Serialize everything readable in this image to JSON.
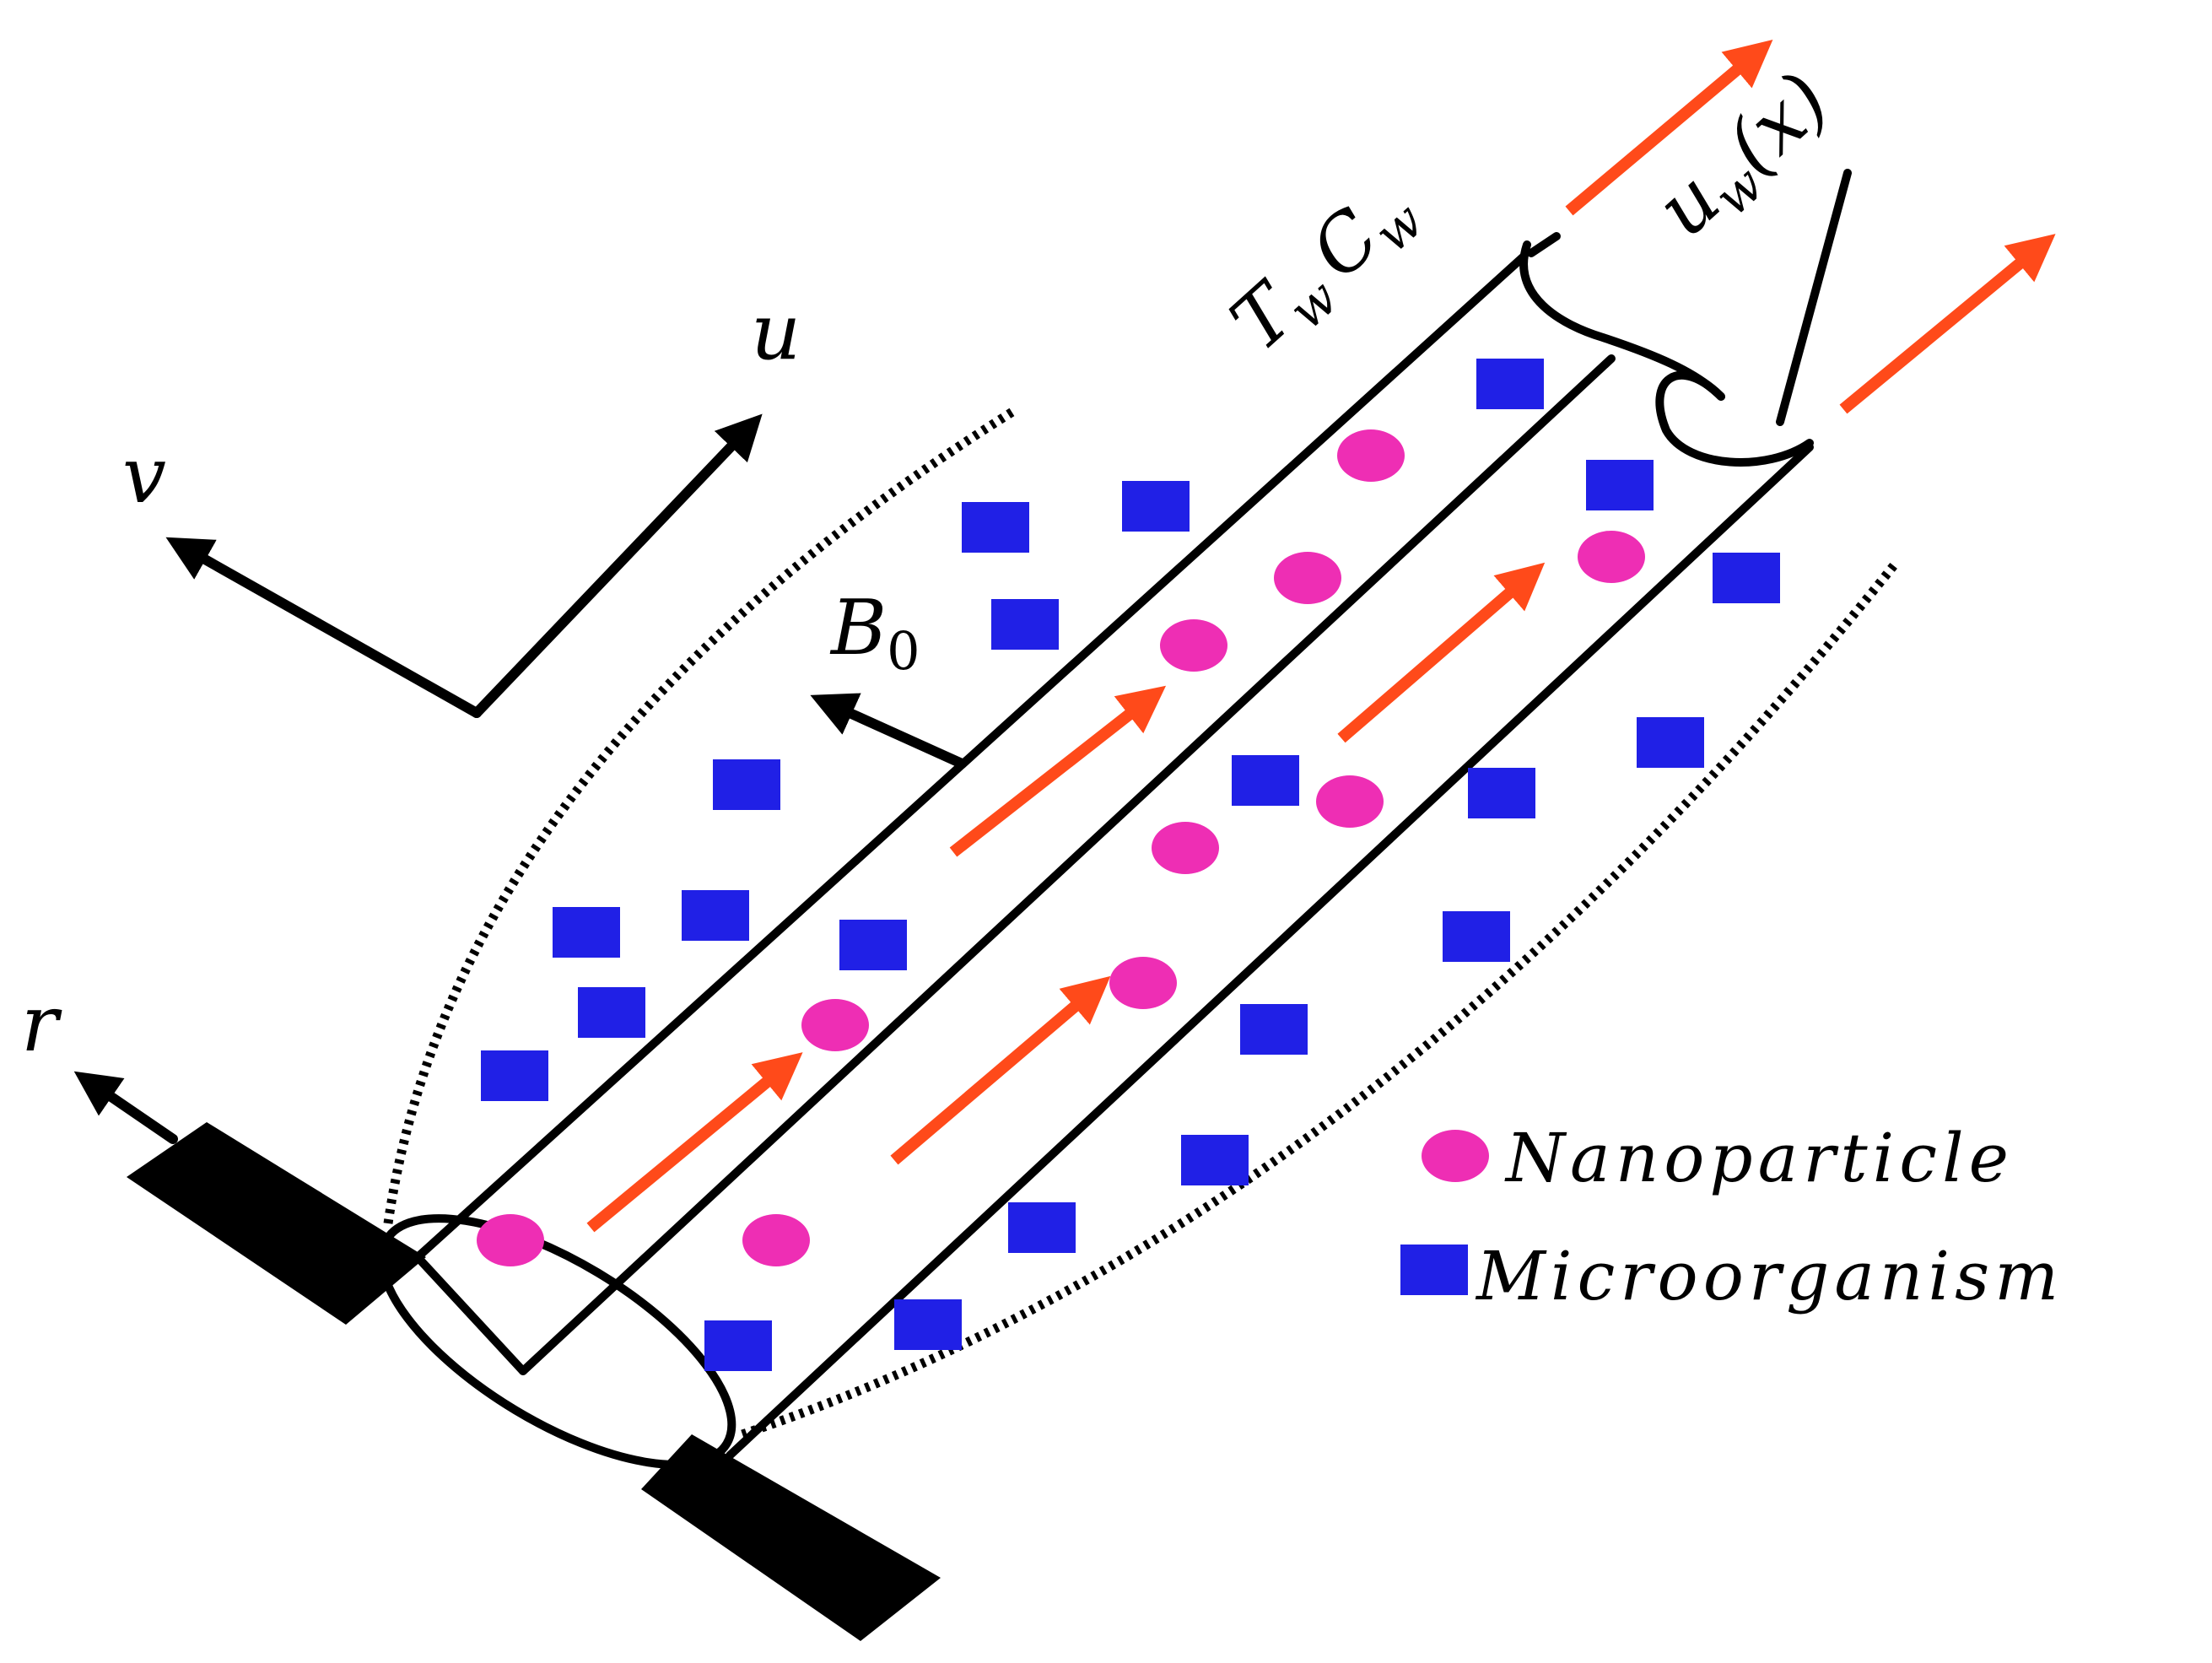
{
  "labels": {
    "axis_u": "u",
    "axis_v": "v",
    "axis_r": "r",
    "magnetic_field": "B",
    "magnetic_field_sub": "0",
    "wall_temp": "T",
    "wall_temp_sub": "w",
    "wall_conc": "C",
    "wall_conc_sub": "w",
    "stretch_velocity": "u",
    "stretch_velocity_sub": "w",
    "stretch_velocity_arg": "(x)"
  },
  "legend": {
    "nanoparticle": "Nanoparticle",
    "microorganism": "Microorganism"
  },
  "colors": {
    "nanoparticle": "#ee2eb4",
    "microorganism": "#2020e6",
    "flow_arrow": "#ff4a1a",
    "line": "#000000"
  }
}
